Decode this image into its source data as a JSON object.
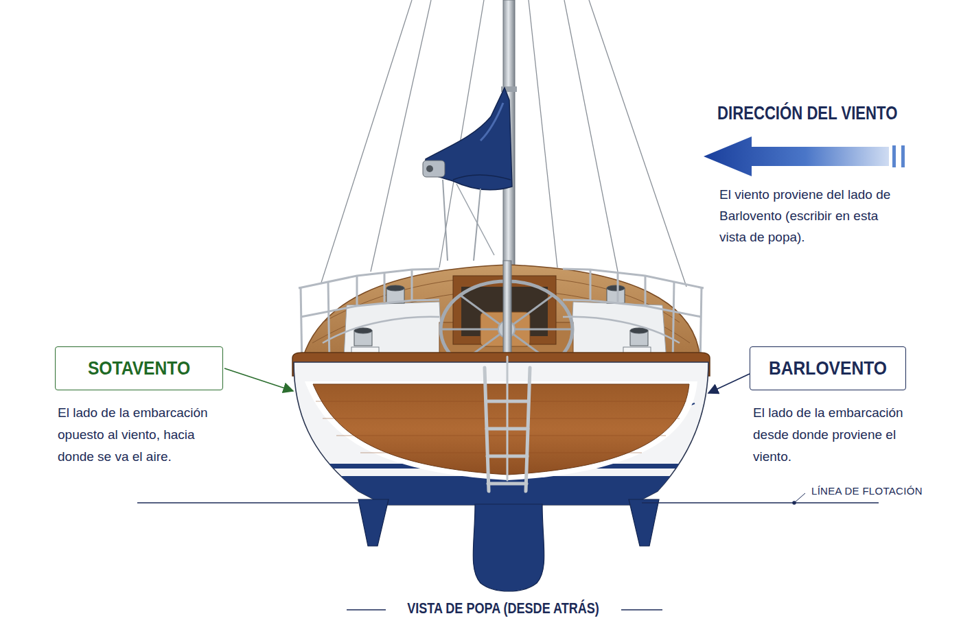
{
  "diagram": {
    "caption": "VISTA DE POPA (DESDE ATRÁS)",
    "nodes": [
      {
        "text": [
          "SOTAVENTO",
          "El lado de la embarcación opuesto al viento, hacia donde se va el aire."
        ]
      },
      {
        "text": [
          "BARLOVENTO",
          "El lado de la embarcación desde donde proviene el viento."
        ]
      }
    ],
    "labels": [
      "DIRECCIÓN DEL VIENTO",
      "El viento proviene del lado de Barlovento (escribir en esta vista de popa).",
      "LÍNEA DE FLOTACIÓN"
    ]
  }
}
